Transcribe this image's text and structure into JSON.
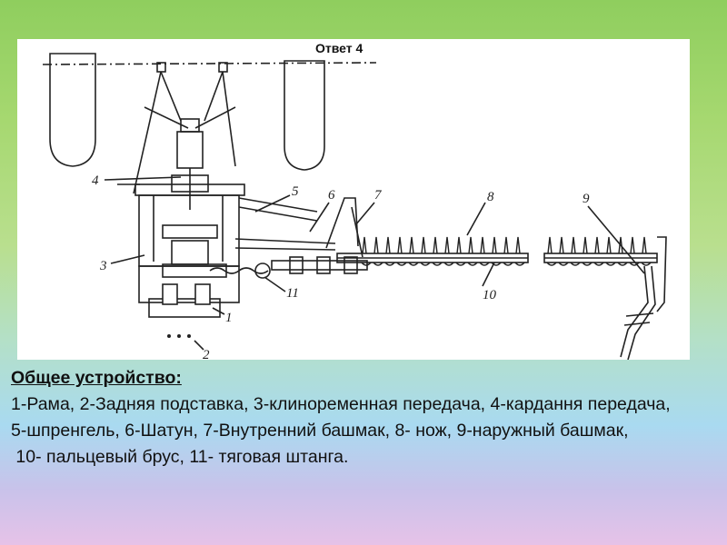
{
  "answer_label": "Ответ 4",
  "callouts": [
    "1",
    "2",
    "3",
    "4",
    "5",
    "6",
    "7",
    "8",
    "9",
    "10",
    "11"
  ],
  "caption": {
    "heading": "Общее устройство:",
    "lines": [
      "1-Рама, 2-Задняя подставка, 3-клиноременная передача, 4-кардання передача,",
      "5-шпренгель, 6-Шатун, 7-Внутренний башмак, 8- нож, 9-наружный башмак,",
      " 10- пальцевый брус, 11- тяговая штанга."
    ]
  },
  "colors": {
    "background_top": "#8fce5e",
    "background_bottom": "#e6c2e8",
    "figure_bg": "#ffffff",
    "ink": "#222222"
  }
}
